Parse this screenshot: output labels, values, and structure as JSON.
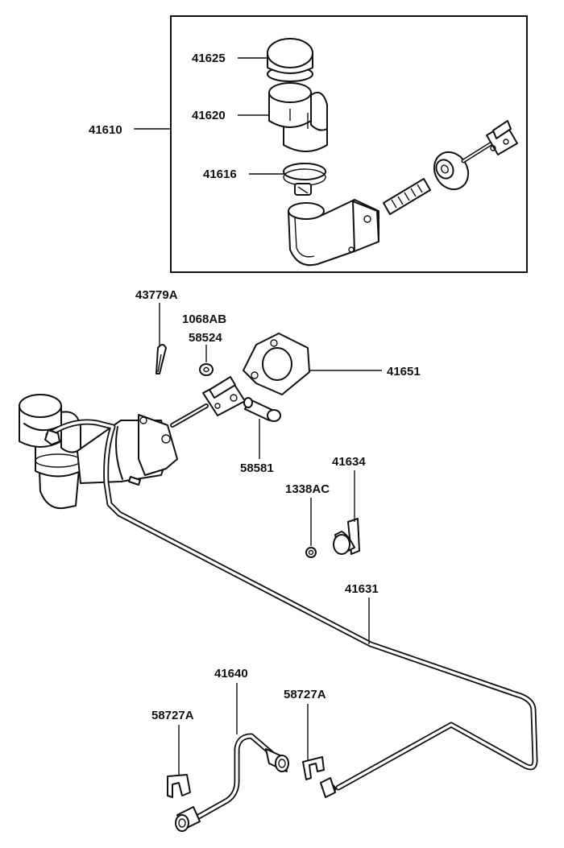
{
  "labels": {
    "p41610": "41610",
    "p41625": "41625",
    "p41620": "41620",
    "p41616": "41616",
    "p43779A": "43779A",
    "p1068AB": "1068AB",
    "p58524": "58524",
    "p41651": "41651",
    "p58581": "58581",
    "p41634": "41634",
    "p1338AC": "1338AC",
    "p41631": "41631",
    "p41640": "41640",
    "p58727A_left": "58727A",
    "p58727A_right": "58727A"
  }
}
